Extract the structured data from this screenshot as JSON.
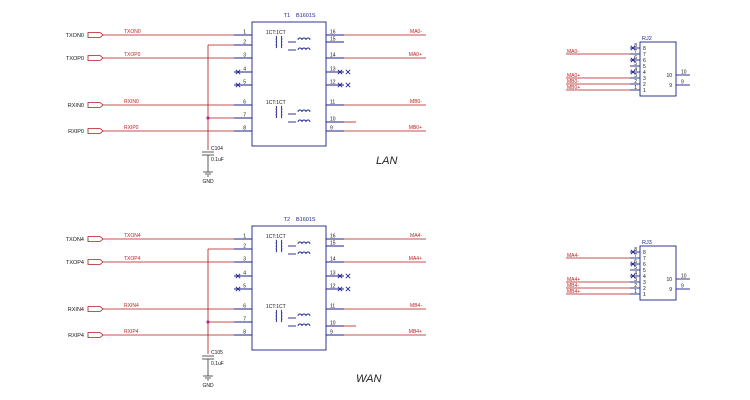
{
  "schematic": {
    "lan": {
      "transformer": {
        "ref": "T1",
        "part": "B1601S",
        "ratio1": "1CT:1CT",
        "ratio2": "1CT:1CT"
      },
      "capacitor": {
        "ref": "C104",
        "value": "0.1uF",
        "gnd": "GND"
      },
      "section_label": "LAN",
      "ports": [
        {
          "name": "TXON0",
          "net": "TXON0",
          "pin": "1"
        },
        {
          "name": "TXOP0",
          "net": "TXOP0",
          "pin": "3"
        },
        {
          "name": "RXIN0",
          "net": "RXIN0",
          "pin": "6"
        },
        {
          "name": "RXIP0",
          "net": "RXIP0",
          "pin": "8"
        }
      ],
      "left_pins": [
        "1",
        "2",
        "3",
        "4",
        "5",
        "6",
        "7",
        "8"
      ],
      "right_pins": [
        "16",
        "15",
        "14",
        "13",
        "12",
        "11",
        "10",
        "9"
      ],
      "outputs": [
        {
          "net": "MA0-",
          "pin": "16"
        },
        {
          "net": "MA0+",
          "pin": "14"
        },
        {
          "net": "MB0-",
          "pin": "11"
        },
        {
          "net": "MB0+",
          "pin": "9"
        }
      ],
      "connector": {
        "ref": "RJ2",
        "pins": [
          "8",
          "7",
          "6",
          "5",
          "4",
          "3",
          "2",
          "1"
        ],
        "side_pins": [
          "10",
          "9"
        ],
        "nets": [
          "MA0-",
          "MA0+",
          "MB0-",
          "MB0+"
        ]
      }
    },
    "wan": {
      "transformer": {
        "ref": "T2",
        "part": "B1601S",
        "ratio1": "1CT:1CT",
        "ratio2": "1CT:1CT"
      },
      "capacitor": {
        "ref": "C105",
        "value": "0.1uF",
        "gnd": "GND"
      },
      "section_label": "WAN",
      "ports": [
        {
          "name": "TXON4",
          "net": "TXON4",
          "pin": "1"
        },
        {
          "name": "TXOP4",
          "net": "TXOP4",
          "pin": "3"
        },
        {
          "name": "RXIN4",
          "net": "RXIN4",
          "pin": "6"
        },
        {
          "name": "RXIP4",
          "net": "RXIP4",
          "pin": "8"
        }
      ],
      "left_pins": [
        "1",
        "2",
        "3",
        "4",
        "5",
        "6",
        "7",
        "8"
      ],
      "right_pins": [
        "16",
        "15",
        "14",
        "13",
        "12",
        "11",
        "10",
        "9"
      ],
      "outputs": [
        {
          "net": "MA4-",
          "pin": "16"
        },
        {
          "net": "MA4+",
          "pin": "14"
        },
        {
          "net": "MB4-",
          "pin": "11"
        },
        {
          "net": "MB4+",
          "pin": "9"
        }
      ],
      "connector": {
        "ref": "RJ3",
        "pins": [
          "8",
          "7",
          "6",
          "5",
          "4",
          "3",
          "2",
          "1"
        ],
        "side_pins": [
          "10",
          "9"
        ],
        "nets": [
          "MA4-",
          "MA4+",
          "MB4-",
          "MB4+"
        ]
      }
    },
    "colors": {
      "wire": "#b01818",
      "component": "#1b1f8a",
      "junction": "#c0268a"
    }
  }
}
